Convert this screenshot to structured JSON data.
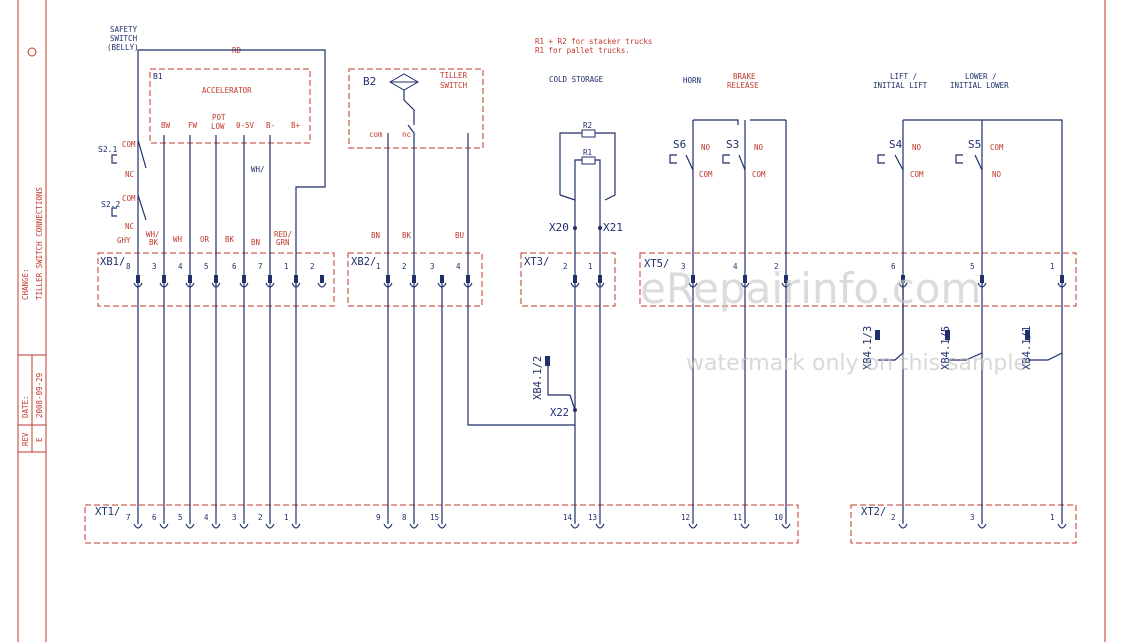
{
  "title_block": {
    "change_label": "CHANGE:",
    "change_value": "TILLER SWITCH CONNECTIONS",
    "date_label": "DATE:",
    "date_value": "2008-09-29",
    "rev_label": "REV",
    "rev_value": "E"
  },
  "notes": {
    "line1": "R1 + R2 for stacker trucks",
    "line2": "R1 for pallet trucks."
  },
  "labels": {
    "safety_switch_1": "SAFETY",
    "safety_switch_2": "SWITCH",
    "safety_switch_3": "(BELLY)",
    "rd": "RD",
    "b1": "B1",
    "accelerator": "ACCELERATOR",
    "b2": "B2",
    "tiller_1": "TILLER",
    "tiller_2": "SWITCH",
    "cold_storage": "COLD STORAGE",
    "horn": "HORN",
    "brake_1": "BRAKE",
    "brake_2": "RELEASE",
    "lift_1": "LIFT /",
    "lift_2": "INITIAL LIFT",
    "lower_1": "LOWER /",
    "lower_2": "INITIAL LOWER",
    "s21": "S2.1",
    "s22": "S2.2",
    "com": "COM",
    "nc": "NC",
    "no": "NO",
    "tiller_com": "com",
    "tiller_nc": "nc",
    "s6": "S6",
    "s3": "S3",
    "s4": "S4",
    "s5": "S5",
    "r1": "R1",
    "r2": "R2",
    "x20": "X20",
    "x21": "X21",
    "x22": "X22",
    "xb4_1_2": "XB4.1/2",
    "xb4_1_3": "XB4.1/3",
    "xb4_1_5": "XB4.1/5",
    "xb4_1_1": "XB4.1/1",
    "wh_slash": "WH/"
  },
  "accelerator_pins": [
    "BW",
    "FW",
    "POT",
    "LOW",
    "0-5V",
    "B-",
    "B+"
  ],
  "wire_colors": {
    "xb1": [
      "GHY",
      "WH/",
      "BK",
      "WH",
      "OR",
      "BK",
      "BN",
      "RED/",
      "GRN"
    ],
    "xb2": [
      "BN",
      "BK",
      "BU"
    ]
  },
  "connectors": {
    "xb1": {
      "label": "XB1/",
      "pins": [
        "8",
        "3",
        "4",
        "5",
        "6",
        "7",
        "1",
        "2"
      ]
    },
    "xb2": {
      "label": "XB2/",
      "pins": [
        "1",
        "2",
        "3",
        "4"
      ]
    },
    "xt3": {
      "label": "XT3/",
      "pins": [
        "2",
        "1"
      ]
    },
    "xt5": {
      "label": "XT5/",
      "pins": [
        "3",
        "4",
        "2",
        "6",
        "5",
        "1"
      ]
    },
    "xt1": {
      "label": "XT1/",
      "pins": [
        "7",
        "6",
        "5",
        "4",
        "3",
        "2",
        "1",
        "9",
        "8",
        "15",
        "14",
        "13",
        "12",
        "11",
        "10"
      ]
    },
    "xt2": {
      "label": "XT2/",
      "pins": [
        "2",
        "3",
        "1"
      ]
    }
  },
  "watermark": {
    "main": "eRepairinfo.com",
    "sub": "watermark only on this sample"
  }
}
